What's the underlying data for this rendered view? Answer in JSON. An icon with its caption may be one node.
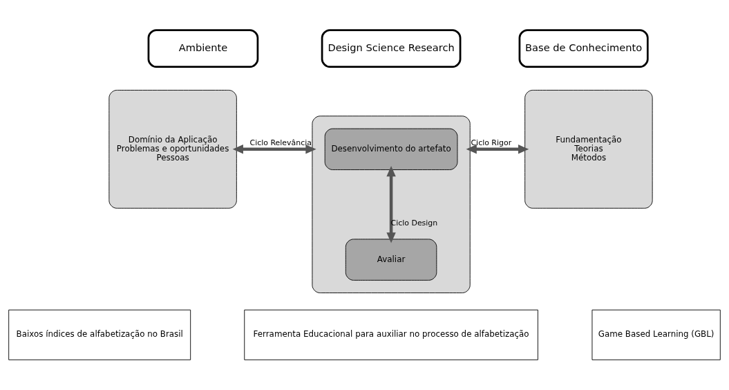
{
  "diagram": {
    "nodes": [
      {
        "text": [
          "Ambiente"
        ]
      },
      {
        "text": [
          "Design Science Research"
        ]
      },
      {
        "text": [
          "Base de Conhecimento"
        ]
      },
      {
        "text": [
          "Domínio da Aplicação",
          "Problemas e oportunidades",
          "Pessoas"
        ]
      },
      {
        "text": [],
        "shape": "box"
      },
      {
        "text": [
          "Desenvolvimento do artefato"
        ],
        "in": 4
      },
      {
        "text": [
          "Avaliar"
        ],
        "in": 4
      },
      {
        "text": [
          "Fundamentação",
          "Teorias",
          "Métodos"
        ]
      },
      {
        "text": [
          "Baixos índices de alfabetização no Brasil"
        ]
      },
      {
        "text": [
          "Ferramenta Educacional para auxiliar no processo de alfabetização"
        ]
      },
      {
        "text": [
          "Game Based Learning (GBL)"
        ]
      }
    ],
    "edges": [
      {
        "from": 3,
        "to": 4,
        "arrow": "both",
        "label": "Ciclo Relevância"
      },
      {
        "from": 5,
        "to": 6,
        "arrow": "both",
        "label": "Ciclo Design"
      },
      {
        "from": 4,
        "to": 7,
        "arrow": "both",
        "label": "Ciclo Rigor"
      }
    ]
  }
}
